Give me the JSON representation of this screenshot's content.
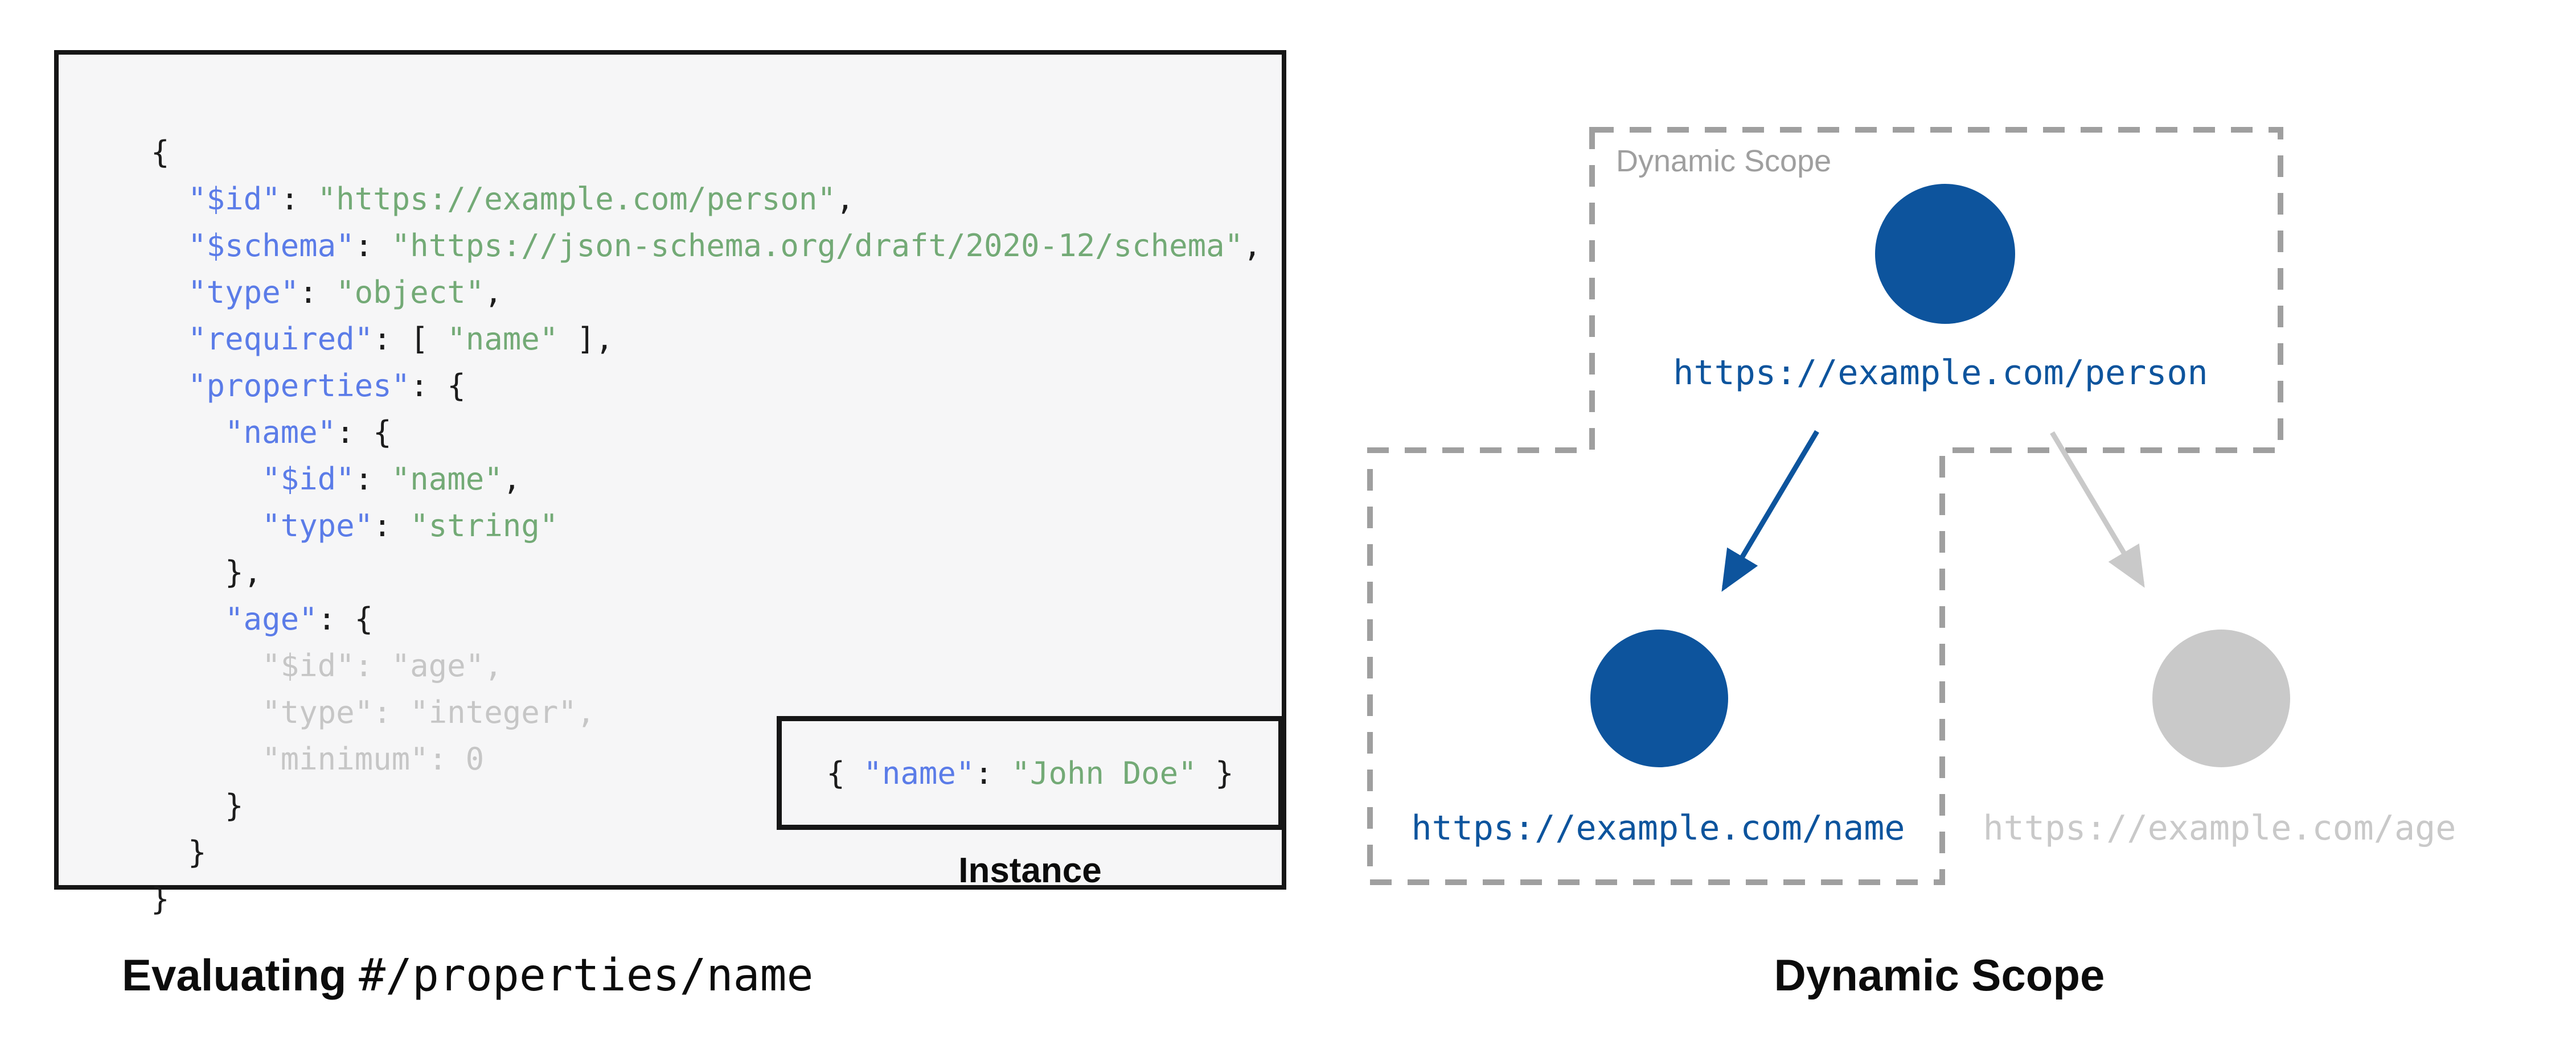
{
  "colors": {
    "ink": "#1c1c1c",
    "key-blue": "#5b7ce8",
    "string-green": "#73aa76",
    "muted": "#c6c6c6",
    "node-blue": "#0d549d",
    "inactive": "#c9c9c9",
    "dash": "#9f9f9f",
    "code-bg": "#f6f6f7"
  },
  "left_panel": {
    "code_lines": [
      [
        [
          "plain",
          "{"
        ]
      ],
      [
        [
          "plain",
          "  "
        ],
        [
          "key",
          "\"$id\""
        ],
        [
          "plain",
          ": "
        ],
        [
          "string",
          "\"https://example.com/person\""
        ],
        [
          "plain",
          ","
        ]
      ],
      [
        [
          "plain",
          "  "
        ],
        [
          "key",
          "\"$schema\""
        ],
        [
          "plain",
          ": "
        ],
        [
          "string",
          "\"https://json-schema.org/draft/2020-12/schema\""
        ],
        [
          "plain",
          ","
        ]
      ],
      [
        [
          "plain",
          "  "
        ],
        [
          "key",
          "\"type\""
        ],
        [
          "plain",
          ": "
        ],
        [
          "string",
          "\"object\""
        ],
        [
          "plain",
          ","
        ]
      ],
      [
        [
          "plain",
          "  "
        ],
        [
          "key",
          "\"required\""
        ],
        [
          "plain",
          ": [ "
        ],
        [
          "string",
          "\"name\""
        ],
        [
          "plain",
          " ],"
        ]
      ],
      [
        [
          "plain",
          "  "
        ],
        [
          "key",
          "\"properties\""
        ],
        [
          "plain",
          ": {"
        ]
      ],
      [
        [
          "plain",
          "    "
        ],
        [
          "key",
          "\"name\""
        ],
        [
          "plain",
          ": {"
        ]
      ],
      [
        [
          "plain",
          "      "
        ],
        [
          "key",
          "\"$id\""
        ],
        [
          "plain",
          ": "
        ],
        [
          "string",
          "\"name\""
        ],
        [
          "plain",
          ","
        ]
      ],
      [
        [
          "plain",
          "      "
        ],
        [
          "key",
          "\"type\""
        ],
        [
          "plain",
          ": "
        ],
        [
          "string",
          "\"string\""
        ]
      ],
      [
        [
          "plain",
          "    },"
        ]
      ],
      [
        [
          "plain",
          "    "
        ],
        [
          "key",
          "\"age\""
        ],
        [
          "plain",
          ": {"
        ]
      ],
      [
        [
          "muted",
          "      \"$id\": \"age\","
        ]
      ],
      [
        [
          "muted",
          "      \"type\": \"integer\","
        ]
      ],
      [
        [
          "muted",
          "      \"minimum\": 0"
        ]
      ],
      [
        [
          "plain",
          "    }"
        ]
      ],
      [
        [
          "plain",
          "  }"
        ]
      ],
      [
        [
          "plain",
          "}"
        ]
      ]
    ],
    "instance_code": [
      [
        [
          "plain",
          "{ "
        ],
        [
          "key",
          "\"name\""
        ],
        [
          "plain",
          ": "
        ],
        [
          "string",
          "\"John Doe\""
        ],
        [
          "plain",
          " }"
        ]
      ]
    ],
    "instance_label": "Instance",
    "caption_bold": "Evaluating",
    "caption_pointer": "#/properties/name"
  },
  "right_panel": {
    "scope_label": "Dynamic Scope",
    "nodes": [
      {
        "id": "person",
        "label": "https://example.com/person",
        "state": "active"
      },
      {
        "id": "name",
        "label": "https://example.com/name",
        "state": "active"
      },
      {
        "id": "age",
        "label": "https://example.com/age",
        "state": "inactive"
      }
    ],
    "caption": "Dynamic Scope"
  }
}
